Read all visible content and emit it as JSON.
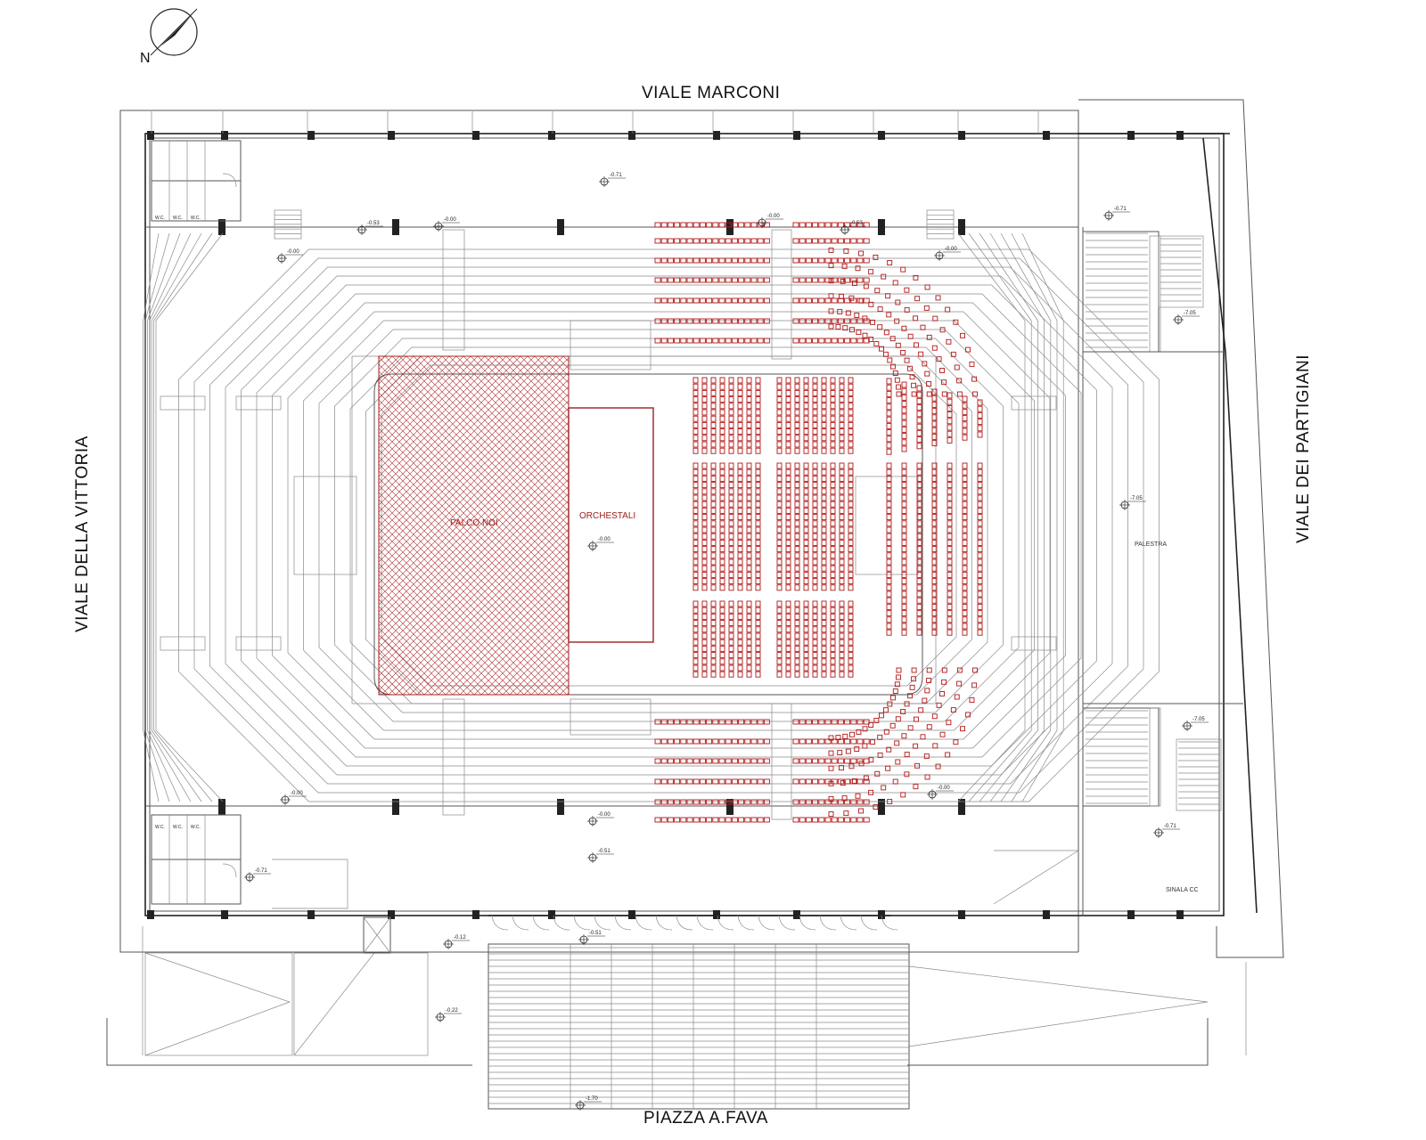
{
  "compass": {
    "label": "N"
  },
  "streets": {
    "north": "VIALE MARCONI",
    "west": "VIALE DELLA VITTORIA",
    "east": "VIALE DEI PARTIGIANI",
    "south": "PIAZZA A.FAVA"
  },
  "rooms": {
    "stage": "PALCO NOI",
    "orchestra": "ORCHESTALI",
    "gym": "PALESTRA",
    "room_se": "SINALA CC"
  },
  "toilets": {
    "label": "W.C."
  },
  "elevations": [
    {
      "id": "elev-top-center",
      "value": "-0.71"
    },
    {
      "id": "elev-top-left-1",
      "value": "-0.53"
    },
    {
      "id": "elev-top-left-2",
      "value": "-0.00"
    },
    {
      "id": "elev-top-center-2",
      "value": "-0.00"
    },
    {
      "id": "elev-top-right-1",
      "value": "-0.53"
    },
    {
      "id": "elev-top-right-2",
      "value": "-0.71"
    },
    {
      "id": "elev-left-upper",
      "value": "-0.00"
    },
    {
      "id": "elev-right-upper",
      "value": "-0.00"
    },
    {
      "id": "elev-east-stair-upper",
      "value": "-7.05"
    },
    {
      "id": "elev-gym",
      "value": "-7.05"
    },
    {
      "id": "elev-center",
      "value": "-0.00"
    },
    {
      "id": "elev-left-lower",
      "value": "-0.00"
    },
    {
      "id": "elev-right-lower",
      "value": "-0.00"
    },
    {
      "id": "elev-bottom-center",
      "value": "-0.00"
    },
    {
      "id": "elev-east-stair-lower",
      "value": "-7.05"
    },
    {
      "id": "elev-se-room",
      "value": "-0.71"
    },
    {
      "id": "elev-bottom-foyer",
      "value": "-0.51"
    },
    {
      "id": "elev-sw-wc",
      "value": "-0.71"
    },
    {
      "id": "elev-entrance-left",
      "value": "-0.12"
    },
    {
      "id": "elev-entrance",
      "value": "-0.51"
    },
    {
      "id": "elev-plaza-left",
      "value": "-0.22"
    },
    {
      "id": "elev-plaza",
      "value": "-1.70"
    }
  ]
}
